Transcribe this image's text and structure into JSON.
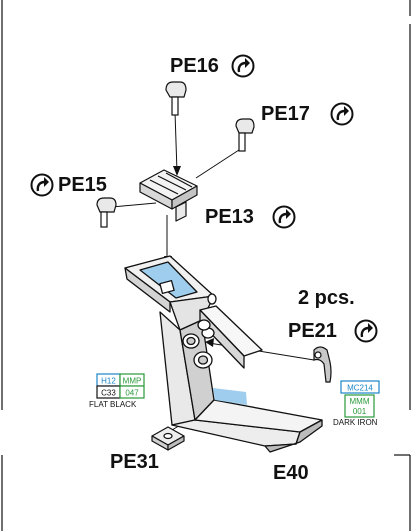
{
  "parts": {
    "pe16": "PE16",
    "pe17": "PE17",
    "pe15": "PE15",
    "pe13": "PE13",
    "pe21": "PE21",
    "pe31": "PE31",
    "e40": "E40"
  },
  "quantity_note": "2 pcs.",
  "paint_left": {
    "row1": [
      "H12",
      "MMP"
    ],
    "row2": [
      "C33",
      "047"
    ],
    "name": "FLAT BLACK"
  },
  "paint_right": {
    "code1": "MC214",
    "code2": [
      "MMM",
      "001"
    ],
    "name": "DARK IRON"
  },
  "colors": {
    "line": "#111111",
    "accent_blue": "#1a86c8",
    "accent_green": "#2a9a3a",
    "panel_fill": "#9fcdee",
    "part_fill": "#e9e9e9"
  },
  "icons": {
    "bend": "curved-up-arrow-icon"
  }
}
